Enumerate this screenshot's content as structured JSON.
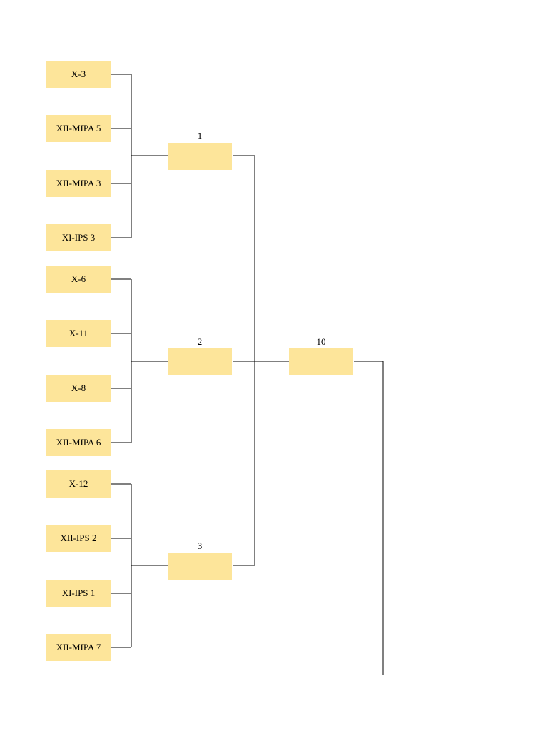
{
  "teams": [
    "X-3",
    "XII-MIPA 5",
    "XII-MIPA 3",
    "XI-IPS 3",
    "X-6",
    "X-11",
    "X-8",
    "XII-MIPA 6",
    "X-12",
    "XII-IPS 2",
    "XI-IPS 1",
    "XII-MIPA 7"
  ],
  "round2": [
    {
      "number": "1",
      "winner": ""
    },
    {
      "number": "2",
      "winner": ""
    },
    {
      "number": "3",
      "winner": ""
    }
  ],
  "round3": [
    {
      "number": "10",
      "winner": ""
    }
  ],
  "colors": {
    "box": "#fde59a",
    "line": "#000000"
  }
}
